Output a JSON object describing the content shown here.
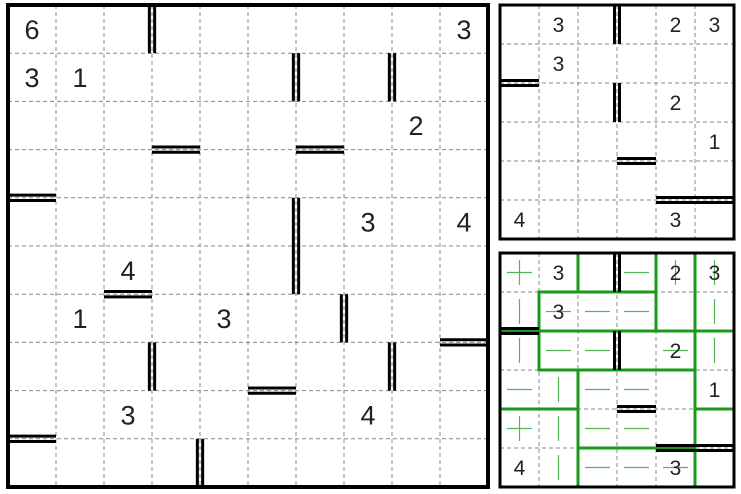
{
  "colors": {
    "grid": "#888888",
    "border": "#000000",
    "divider": "#000000",
    "region": "#1a9a1a",
    "hint": "#55b555",
    "text": "#222222"
  },
  "main_puzzle": {
    "size": 10,
    "clues": [
      {
        "r": 0,
        "c": 0,
        "v": "6"
      },
      {
        "r": 0,
        "c": 9,
        "v": "3"
      },
      {
        "r": 1,
        "c": 0,
        "v": "3"
      },
      {
        "r": 1,
        "c": 1,
        "v": "1"
      },
      {
        "r": 2,
        "c": 8,
        "v": "2"
      },
      {
        "r": 4,
        "c": 7,
        "v": "3"
      },
      {
        "r": 4,
        "c": 9,
        "v": "4"
      },
      {
        "r": 5,
        "c": 2,
        "v": "4"
      },
      {
        "r": 6,
        "c": 1,
        "v": "1"
      },
      {
        "r": 6,
        "c": 4,
        "v": "3"
      },
      {
        "r": 8,
        "c": 2,
        "v": "3"
      },
      {
        "r": 8,
        "c": 7,
        "v": "4"
      }
    ],
    "v_dividers": [
      {
        "r": 0,
        "c": 3
      },
      {
        "r": 1,
        "c": 6
      },
      {
        "r": 1,
        "c": 8
      },
      {
        "r": 4,
        "c": 6
      },
      {
        "r": 5,
        "c": 6
      },
      {
        "r": 6,
        "c": 7
      },
      {
        "r": 7,
        "c": 3
      },
      {
        "r": 7,
        "c": 8
      },
      {
        "r": 9,
        "c": 4
      }
    ],
    "h_dividers": [
      {
        "r": 3,
        "c": 3
      },
      {
        "r": 3,
        "c": 6
      },
      {
        "r": 4,
        "c": 0
      },
      {
        "r": 6,
        "c": 2
      },
      {
        "r": 7,
        "c": 9
      },
      {
        "r": 8,
        "c": 5
      },
      {
        "r": 9,
        "c": 0
      }
    ]
  },
  "small_puzzle": {
    "size": 6,
    "clues": [
      {
        "r": 0,
        "c": 1,
        "v": "3"
      },
      {
        "r": 0,
        "c": 4,
        "v": "2"
      },
      {
        "r": 0,
        "c": 5,
        "v": "3"
      },
      {
        "r": 1,
        "c": 1,
        "v": "3"
      },
      {
        "r": 2,
        "c": 4,
        "v": "2"
      },
      {
        "r": 3,
        "c": 5,
        "v": "1"
      },
      {
        "r": 5,
        "c": 0,
        "v": "4"
      },
      {
        "r": 5,
        "c": 4,
        "v": "3"
      }
    ],
    "v_dividers": [
      {
        "r": 0,
        "c": 3
      },
      {
        "r": 2,
        "c": 3
      }
    ],
    "h_dividers": [
      {
        "r": 2,
        "c": 0
      },
      {
        "r": 4,
        "c": 3
      },
      {
        "r": 5,
        "c": 4
      },
      {
        "r": 5,
        "c": 5
      }
    ]
  },
  "solution_puzzle": {
    "size": 6,
    "clues": [
      {
        "r": 0,
        "c": 1,
        "v": "3"
      },
      {
        "r": 0,
        "c": 4,
        "v": "2"
      },
      {
        "r": 0,
        "c": 5,
        "v": "3"
      },
      {
        "r": 1,
        "c": 1,
        "v": "3"
      },
      {
        "r": 2,
        "c": 4,
        "v": "2"
      },
      {
        "r": 3,
        "c": 5,
        "v": "1"
      },
      {
        "r": 5,
        "c": 0,
        "v": "4"
      },
      {
        "r": 5,
        "c": 4,
        "v": "3"
      }
    ],
    "v_dividers": [
      {
        "r": 0,
        "c": 3
      },
      {
        "r": 2,
        "c": 3
      }
    ],
    "h_dividers": [
      {
        "r": 2,
        "c": 0
      },
      {
        "r": 4,
        "c": 3
      },
      {
        "r": 5,
        "c": 4
      },
      {
        "r": 5,
        "c": 5
      }
    ],
    "region_h_edges": [
      {
        "r": 1,
        "c": 1
      },
      {
        "r": 1,
        "c": 2
      },
      {
        "r": 1,
        "c": 3
      },
      {
        "r": 2,
        "c": 0
      },
      {
        "r": 2,
        "c": 1
      },
      {
        "r": 2,
        "c": 2
      },
      {
        "r": 2,
        "c": 3
      },
      {
        "r": 2,
        "c": 4
      },
      {
        "r": 2,
        "c": 5
      },
      {
        "r": 3,
        "c": 1
      },
      {
        "r": 3,
        "c": 2
      },
      {
        "r": 3,
        "c": 3
      },
      {
        "r": 3,
        "c": 4
      },
      {
        "r": 4,
        "c": 0
      },
      {
        "r": 4,
        "c": 1
      },
      {
        "r": 4,
        "c": 5
      },
      {
        "r": 5,
        "c": 2
      },
      {
        "r": 5,
        "c": 3
      },
      {
        "r": 5,
        "c": 4
      }
    ],
    "region_v_edges": [
      {
        "r": 0,
        "c": 2
      },
      {
        "r": 0,
        "c": 4
      },
      {
        "r": 0,
        "c": 5
      },
      {
        "r": 1,
        "c": 1
      },
      {
        "r": 1,
        "c": 4
      },
      {
        "r": 1,
        "c": 5
      },
      {
        "r": 2,
        "c": 1
      },
      {
        "r": 2,
        "c": 5
      },
      {
        "r": 3,
        "c": 2
      },
      {
        "r": 3,
        "c": 5
      },
      {
        "r": 4,
        "c": 2
      },
      {
        "r": 4,
        "c": 5
      },
      {
        "r": 5,
        "c": 2
      },
      {
        "r": 5,
        "c": 5
      }
    ],
    "hint_h": [
      {
        "r": 0,
        "c": 0
      },
      {
        "r": 0,
        "c": 3
      },
      {
        "r": 1,
        "c": 1
      },
      {
        "r": 1,
        "c": 2
      },
      {
        "r": 1,
        "c": 3
      },
      {
        "r": 2,
        "c": 1
      },
      {
        "r": 2,
        "c": 2
      },
      {
        "r": 2,
        "c": 4
      },
      {
        "r": 3,
        "c": 0
      },
      {
        "r": 3,
        "c": 2
      },
      {
        "r": 3,
        "c": 3
      },
      {
        "r": 4,
        "c": 0
      },
      {
        "r": 4,
        "c": 2
      },
      {
        "r": 4,
        "c": 3
      },
      {
        "r": 5,
        "c": 2
      },
      {
        "r": 5,
        "c": 3
      },
      {
        "r": 5,
        "c": 4
      }
    ],
    "hint_v": [
      {
        "r": 0,
        "c": 0
      },
      {
        "r": 0,
        "c": 4
      },
      {
        "r": 0,
        "c": 5
      },
      {
        "r": 1,
        "c": 0
      },
      {
        "r": 1,
        "c": 5
      },
      {
        "r": 2,
        "c": 0
      },
      {
        "r": 2,
        "c": 5
      },
      {
        "r": 3,
        "c": 1
      },
      {
        "r": 4,
        "c": 0
      },
      {
        "r": 4,
        "c": 1
      },
      {
        "r": 5,
        "c": 1
      }
    ]
  }
}
